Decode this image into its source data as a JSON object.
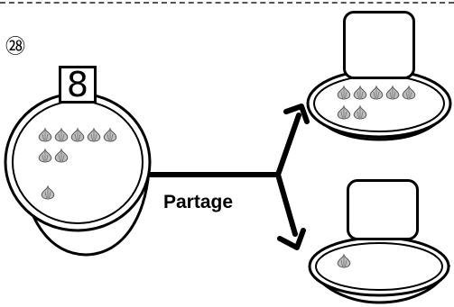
{
  "problem": {
    "number_label": "㉘",
    "start_count": "8",
    "action_label": "Partage"
  },
  "bowls": {
    "source": {
      "onions": 8
    },
    "top_target": {
      "onions": 7
    },
    "bottom_target": {
      "onions": 1
    }
  },
  "icons": {
    "onion": "onion-icon",
    "bowl": "bowl-icon"
  },
  "colors": {
    "ink": "#000000",
    "onion_fill": "#bbbbbb"
  }
}
